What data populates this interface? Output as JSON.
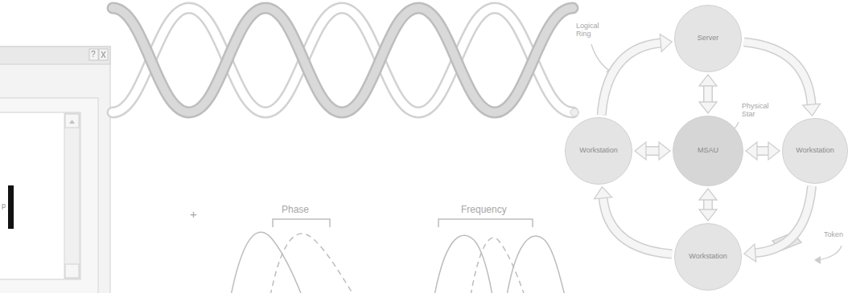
{
  "diagram": {
    "nodes": [
      {
        "text": [
          "Server"
        ]
      },
      {
        "text": [
          "Workstation"
        ]
      },
      {
        "text": [
          "MSAU"
        ]
      },
      {
        "text": [
          "Workstation"
        ]
      },
      {
        "text": [
          "Workstation"
        ]
      }
    ],
    "edges": [
      {
        "from": 2,
        "to": 0,
        "arrow": "both"
      },
      {
        "from": 2,
        "to": 1,
        "arrow": "both"
      },
      {
        "from": 2,
        "to": 3,
        "arrow": "both"
      },
      {
        "from": 2,
        "to": 4,
        "arrow": "both"
      },
      {
        "from": 0,
        "to": 3,
        "arrow": "to"
      },
      {
        "from": 3,
        "to": 4,
        "arrow": "to"
      },
      {
        "from": 4,
        "to": 1,
        "arrow": "to"
      },
      {
        "from": 1,
        "to": 0,
        "arrow": "to"
      }
    ],
    "labels": [
      "Logical Ring",
      "Physical Star",
      "Token",
      "Phase",
      "Frequency",
      "+",
      "?",
      "p"
    ]
  }
}
